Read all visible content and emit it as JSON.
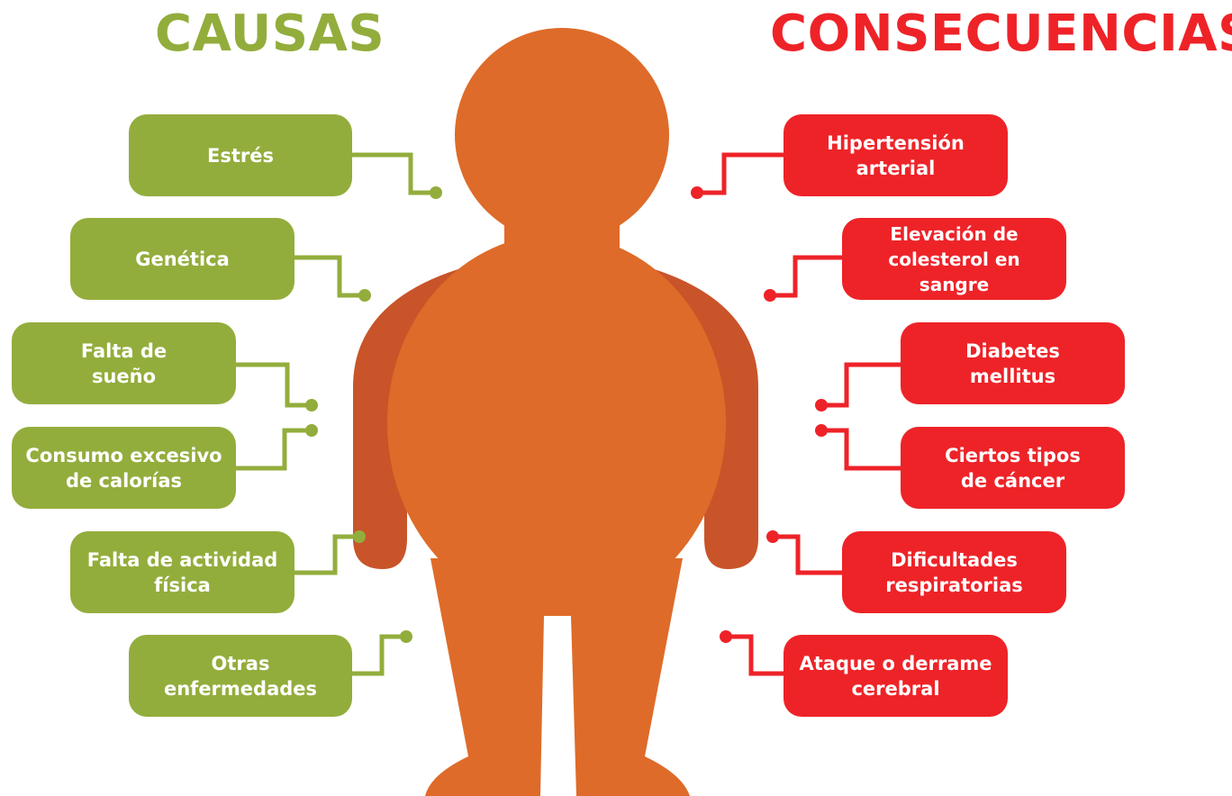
{
  "colors": {
    "causes": "#93ad3c",
    "consequences": "#ee2328",
    "figure_body": "#de6b29",
    "figure_shadow": "#c9542a"
  },
  "headings": {
    "causes": "CAUSAS",
    "consequences": "CONSECUENCIAS"
  },
  "causes": [
    {
      "label": "Estrés"
    },
    {
      "label": "Genética"
    },
    {
      "label": "Falta de\nsueño"
    },
    {
      "label": "Consumo excesivo\nde calorías"
    },
    {
      "label": "Falta de actividad\nfísica"
    },
    {
      "label": "Otras\nenfermedades"
    }
  ],
  "consequences": [
    {
      "label": "Hipertensión\narterial"
    },
    {
      "label": "Elevación de\ncolesterol en sangre"
    },
    {
      "label": "Diabetes\nmellitus"
    },
    {
      "label": "Ciertos tipos\nde cáncer"
    },
    {
      "label": "Dificultades\nrespiratorias"
    },
    {
      "label": "Ataque o derrame\ncerebral"
    }
  ]
}
